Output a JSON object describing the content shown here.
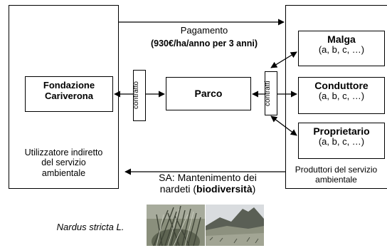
{
  "top_arrow": {
    "line1": "Pagamento",
    "line2": "(930€/ha/anno per 3 anni)"
  },
  "left_outer": {
    "caption_line1": "Utilizzatore indiretto",
    "caption_line2": "del servizio",
    "caption_line3": "ambientale"
  },
  "fondazione": {
    "line1": "Fondazione",
    "line2": "Cariverona"
  },
  "contratto_left": "contratto",
  "parco": "Parco",
  "contratti_right": "contratti",
  "right_outer": {
    "caption_line1": "Produttori del servizio",
    "caption_line2": "ambientale"
  },
  "malga": {
    "title": "Malga",
    "sub": "(a, b, c, …)"
  },
  "conduttore": {
    "title": "Conduttore",
    "sub": "(a, b, c, …)"
  },
  "proprietario": {
    "title": "Proprietario",
    "sub": "(a, b, c, …)"
  },
  "bottom_arrow": {
    "line1": "SA: Mantenimento dei",
    "line2_pre": "nardeti (",
    "line2_bold": "biodiversità",
    "line2_post": ")"
  },
  "species_caption": "Nardus stricta L.",
  "colors": {
    "line": "#000000",
    "photo_grass": "#6f7560",
    "photo_sky": "#d9dcdf",
    "photo_mountain": "#5a5f55"
  }
}
